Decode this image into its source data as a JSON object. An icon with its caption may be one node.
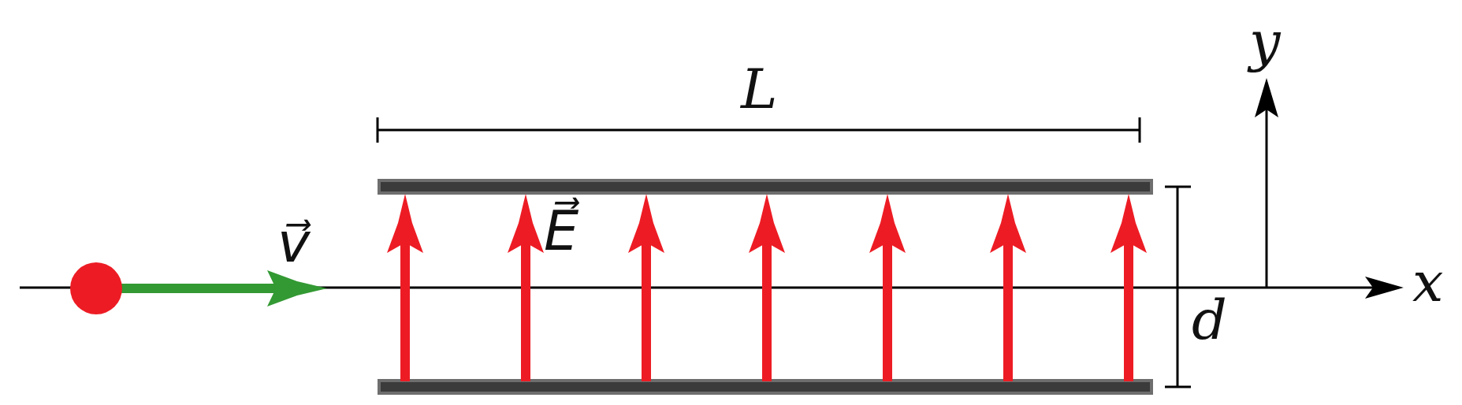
{
  "diagram": {
    "labels": [
      "y",
      "L",
      "E⃗",
      "v⃗",
      "x",
      "d"
    ]
  }
}
